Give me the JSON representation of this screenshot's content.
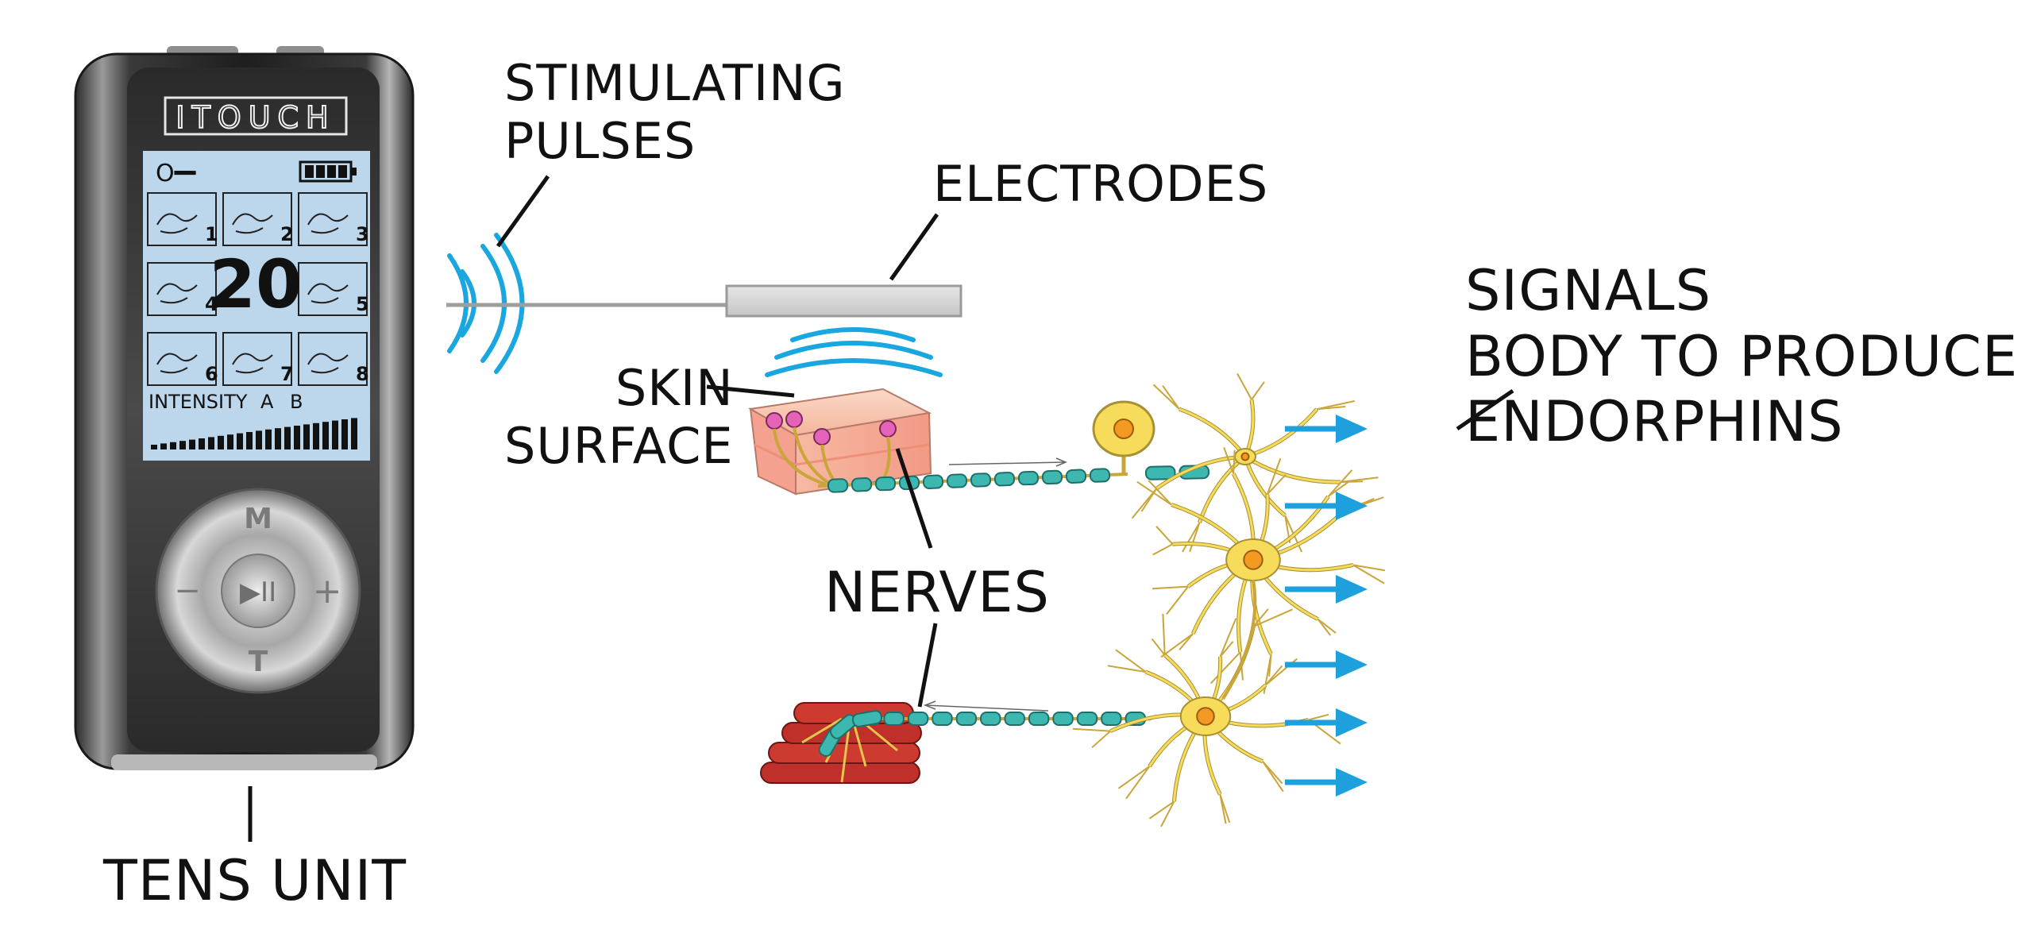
{
  "device": {
    "brand": "ITOUCH",
    "display_number": "20",
    "intensity_label": "INTENSITY",
    "channel_a": "A",
    "channel_b": "B",
    "modes": [
      "1",
      "2",
      "3",
      "4",
      "5",
      "6",
      "7",
      "8"
    ],
    "buttons": {
      "mode": "M",
      "minus": "−",
      "plus": "+",
      "play": "▶II",
      "timer": "T"
    },
    "intensity_level": 1.0
  },
  "labels": {
    "stimulating_pulses": [
      "STIMULATING",
      "PULSES"
    ],
    "electrodes": "ELECTRODES",
    "skin_surface": [
      "SKIN",
      "SURFACE"
    ],
    "nerves": "NERVES",
    "signals": [
      "SIGNALS",
      "BODY TO PRODUCE",
      "ENDORPHINS"
    ],
    "tens_unit": "TENS UNIT"
  },
  "colors": {
    "pulse": "#1aa7e0",
    "arrow": "#1ea0dc",
    "lcd": "#bcd6ec",
    "myelin": "#3cb8b0",
    "neuron": "#f6dc5a",
    "nucleus": "#f39a22",
    "skin": "#f6b9a4",
    "muscle": "#c0302a"
  }
}
